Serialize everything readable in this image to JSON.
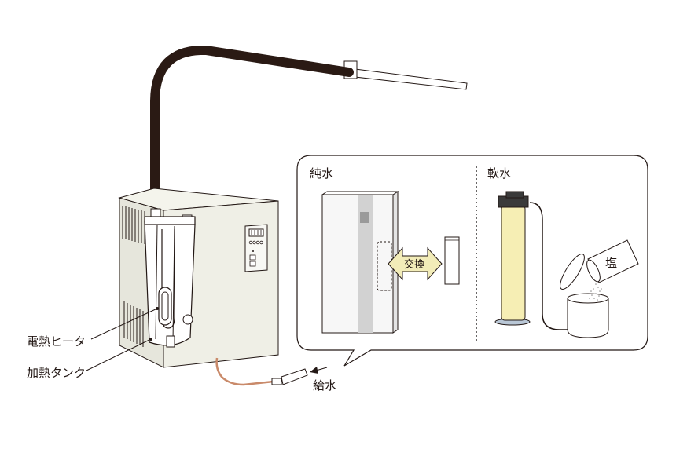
{
  "labels": {
    "heater": "電熱ヒータ",
    "tank": "加熱タンク",
    "feed_water": "給水",
    "pure_water": "純水",
    "soft_water": "軟水",
    "exchange": "交換",
    "salt": "塩"
  },
  "colors": {
    "outline": "#231815",
    "unit_body": "#efefe6",
    "steam_hose": "#2a1a14",
    "feed_hose": "#c98a6a",
    "arrow_fill": "#f2ecb8",
    "resin_column": "#f6eeb4",
    "cartridge_stripe": "#d2d2d2"
  },
  "icons": {
    "arrow": "double-arrow-icon",
    "feed_arrow": "arrow-left-icon"
  }
}
